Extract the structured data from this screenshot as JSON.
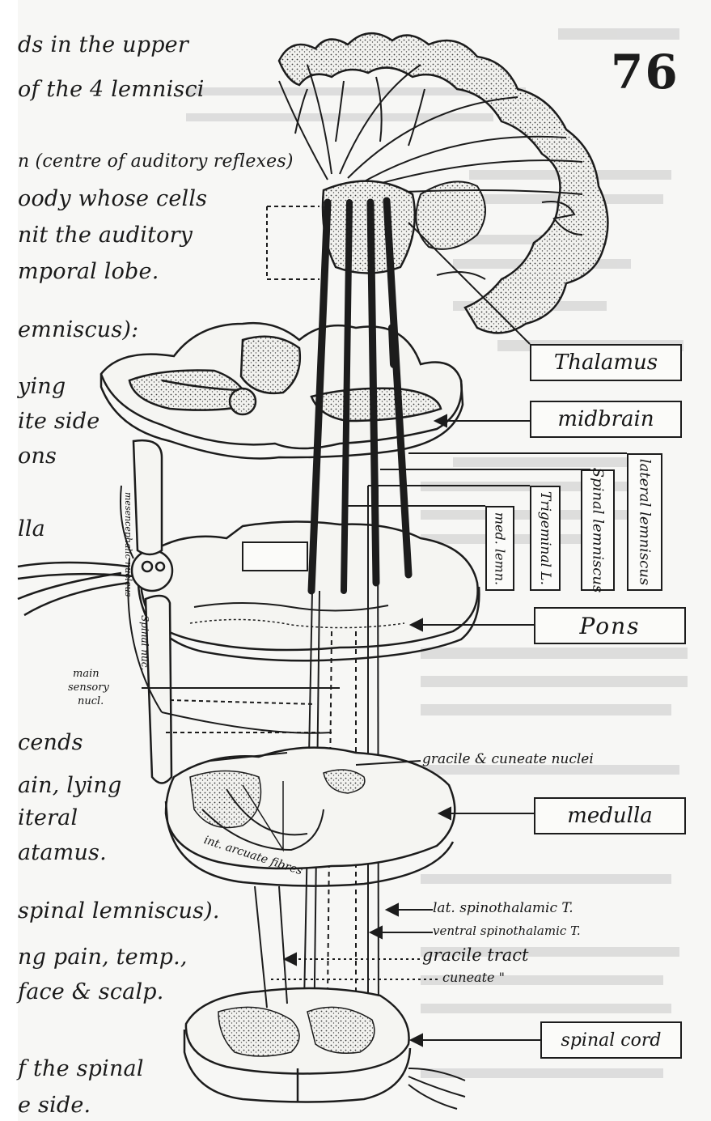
{
  "page_number": "76",
  "left_text": [
    "ds in the upper",
    "of the 4 lemnisci",
    "n (centre of auditory reflexes)",
    "oody whose cells",
    "nit the auditory",
    "mporal lobe.",
    "emniscus):",
    "ying",
    "ite side",
    "ons",
    "lla",
    "cends",
    "ain, lying",
    "iteral",
    "atamus.",
    "spinal lemniscus).",
    "ng pain, temp.,",
    "face & scalp.",
    "f the spinal",
    "e side."
  ],
  "boxed_labels": {
    "thalamus": "Thalamus",
    "midbrain": "midbrain",
    "pons": "Pons",
    "medulla": "medulla",
    "spinal_cord": "spinal cord"
  },
  "vertical_labels": {
    "lateral_lemniscus": "lateral lemniscus",
    "spinal_lemniscus": "Spinal lemniscus",
    "trigeminal": "Trigeminal L.",
    "medial": "med. lemn."
  },
  "annotations": {
    "mesencephalic": "mesencephalic nucleus",
    "spinal_nuc": "Spinal nuc.",
    "main_sensory_1": "main",
    "main_sensory_2": "sensory",
    "main_sensory_3": "nucl.",
    "gracile_cuneate_nuclei": "gracile & cuneate nuclei",
    "int_arcuate": "int. arcuate fibres",
    "lat_spinothalamic": "lat. spinothalamic T.",
    "ventral_spinothalamic": "ventral spinothalamic T.",
    "gracile_tract": "gracile tract",
    "cuneate": "cuneate \""
  }
}
